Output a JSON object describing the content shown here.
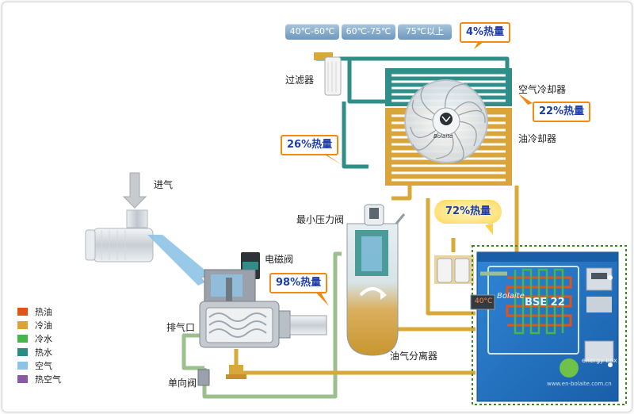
{
  "temp_tabs": [
    "40℃-60℃",
    "60℃-75℃",
    "75℃以上"
  ],
  "heat_labels": {
    "total": "98%热量",
    "oil_cooler": "72%热量",
    "oil_line": "26%热量",
    "air_cooler": "22%热量",
    "air_line": "4%热量"
  },
  "components": {
    "filter": "过滤器",
    "air_cooler": "空气冷却器",
    "oil_cooler": "油冷却器",
    "intake": "进气",
    "min_pressure_valve": "最小压力阀",
    "solenoid_valve": "电磁阀",
    "exhaust_port": "排气口",
    "oil_gas_separator": "油气分离器",
    "check_valve": "单向阀"
  },
  "legend": [
    {
      "label": "热油",
      "color": "#e2531c"
    },
    {
      "label": "冷油",
      "color": "#d9a430"
    },
    {
      "label": "冷水",
      "color": "#44b64a"
    },
    {
      "label": "热水",
      "color": "#2b8c84"
    },
    {
      "label": "空气",
      "color": "#8ec3e6"
    },
    {
      "label": "热空气",
      "color": "#8a5aa6"
    }
  ],
  "unit_brand": "Bolaite",
  "unit_model": "BSE 22",
  "unit_badge": "energy box",
  "unit_display": "40°C",
  "unit_website": "www.en-bolaite.com.cn",
  "cooler_fan_brand": "Bolaite"
}
